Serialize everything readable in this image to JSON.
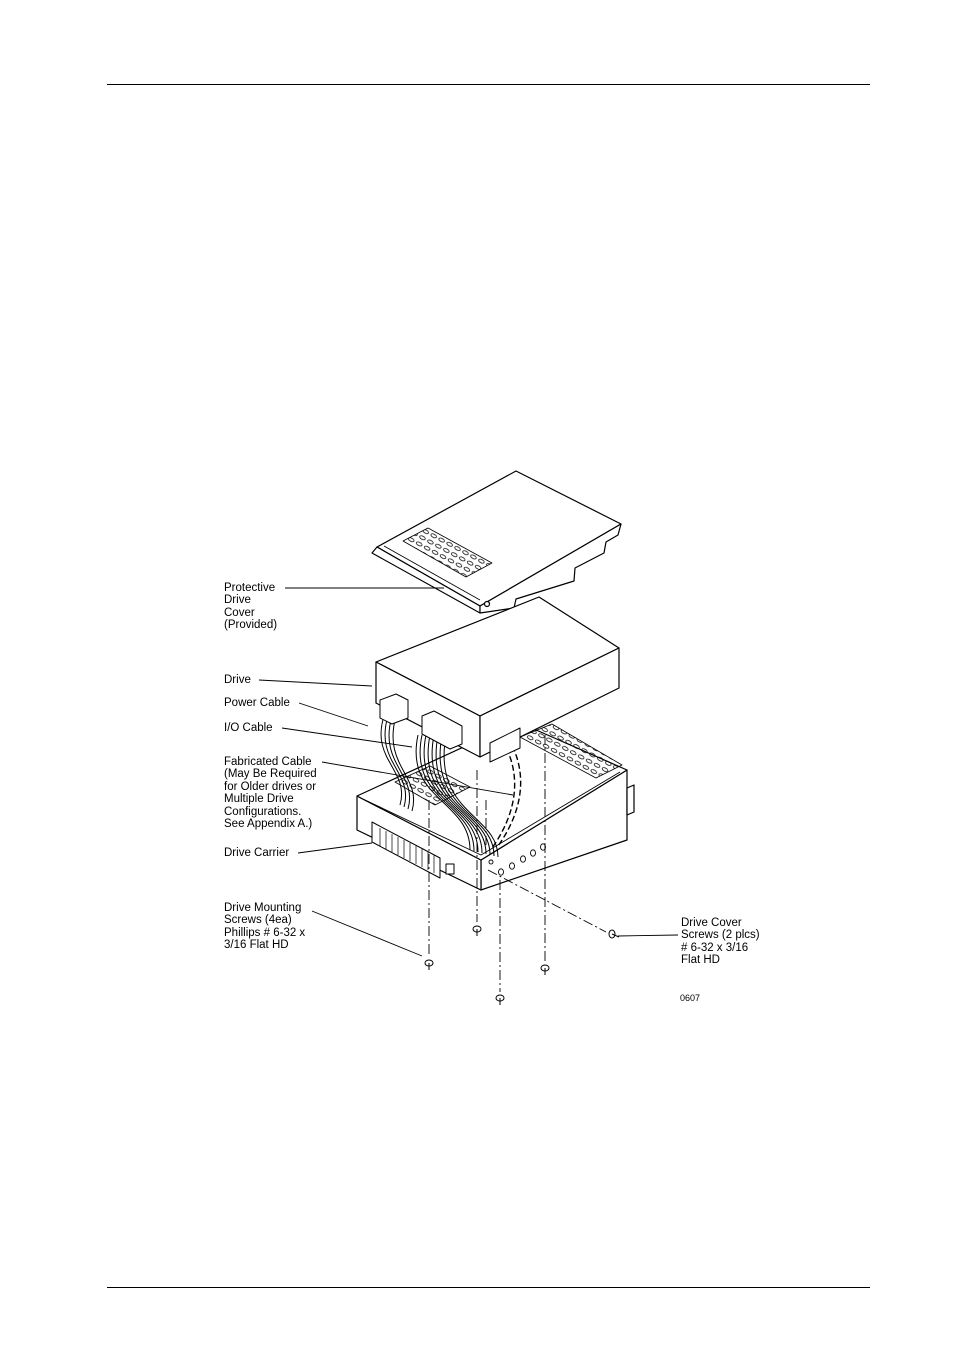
{
  "figure": {
    "labels": {
      "protective_cover": [
        "Protective",
        "Drive",
        "Cover",
        "(Provided)"
      ],
      "drive": [
        "Drive"
      ],
      "power_cable": [
        "Power Cable"
      ],
      "io_cable": [
        "I/O Cable"
      ],
      "fabricated_cable": [
        "Fabricated Cable",
        "(May Be Required",
        "for Older drives or",
        "Multiple Drive",
        "Configurations.",
        "See Appendix A.)"
      ],
      "drive_carrier": [
        "Drive Carrier"
      ],
      "mounting_screws": [
        "Drive Mounting",
        "Screws (4ea)",
        "Phillips # 6-32 x",
        "3/16 Flat HD"
      ],
      "cover_screws": [
        "Drive Cover",
        "Screws (2 plcs)",
        "# 6-32 x 3/16",
        "Flat HD"
      ]
    },
    "figure_code": "0607"
  }
}
